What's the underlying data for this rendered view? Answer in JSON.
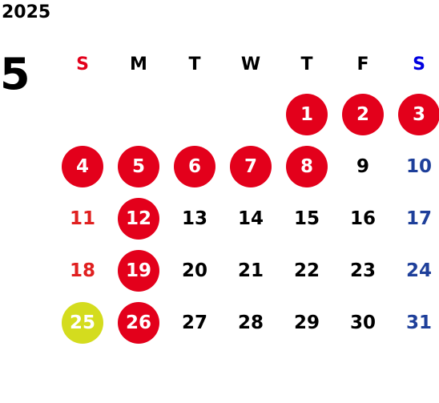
{
  "calendar": {
    "year": "2025",
    "month": "5",
    "weekdays": [
      {
        "label": "S",
        "color": "#e3001b"
      },
      {
        "label": "M",
        "color": "#000000"
      },
      {
        "label": "T",
        "color": "#000000"
      },
      {
        "label": "W",
        "color": "#000000"
      },
      {
        "label": "T",
        "color": "#000000"
      },
      {
        "label": "F",
        "color": "#000000"
      },
      {
        "label": "S",
        "color": "#0000e0"
      }
    ],
    "weeks": [
      [
        {
          "day": ""
        },
        {
          "day": ""
        },
        {
          "day": ""
        },
        {
          "day": ""
        },
        {
          "day": "1",
          "circle": "#e3001b"
        },
        {
          "day": "2",
          "circle": "#e3001b"
        },
        {
          "day": "3",
          "circle": "#e3001b"
        }
      ],
      [
        {
          "day": "4",
          "circle": "#e3001b"
        },
        {
          "day": "5",
          "circle": "#e3001b"
        },
        {
          "day": "6",
          "circle": "#e3001b"
        },
        {
          "day": "7",
          "circle": "#e3001b"
        },
        {
          "day": "8",
          "circle": "#e3001b"
        },
        {
          "day": "9",
          "color": "#000000"
        },
        {
          "day": "10",
          "color": "#1e3f9a"
        }
      ],
      [
        {
          "day": "11",
          "color": "#e02020"
        },
        {
          "day": "12",
          "circle": "#e3001b"
        },
        {
          "day": "13",
          "color": "#000000"
        },
        {
          "day": "14",
          "color": "#000000"
        },
        {
          "day": "15",
          "color": "#000000"
        },
        {
          "day": "16",
          "color": "#000000"
        },
        {
          "day": "17",
          "color": "#1e3f9a"
        }
      ],
      [
        {
          "day": "18",
          "color": "#e02020"
        },
        {
          "day": "19",
          "circle": "#e3001b"
        },
        {
          "day": "20",
          "color": "#000000"
        },
        {
          "day": "21",
          "color": "#000000"
        },
        {
          "day": "22",
          "color": "#000000"
        },
        {
          "day": "23",
          "color": "#000000"
        },
        {
          "day": "24",
          "color": "#1e3f9a"
        }
      ],
      [
        {
          "day": "25",
          "circle": "#d4dc1e"
        },
        {
          "day": "26",
          "circle": "#e3001b"
        },
        {
          "day": "27",
          "color": "#000000"
        },
        {
          "day": "28",
          "color": "#000000"
        },
        {
          "day": "29",
          "color": "#000000"
        },
        {
          "day": "30",
          "color": "#000000"
        },
        {
          "day": "31",
          "color": "#1e3f9a"
        }
      ]
    ]
  }
}
